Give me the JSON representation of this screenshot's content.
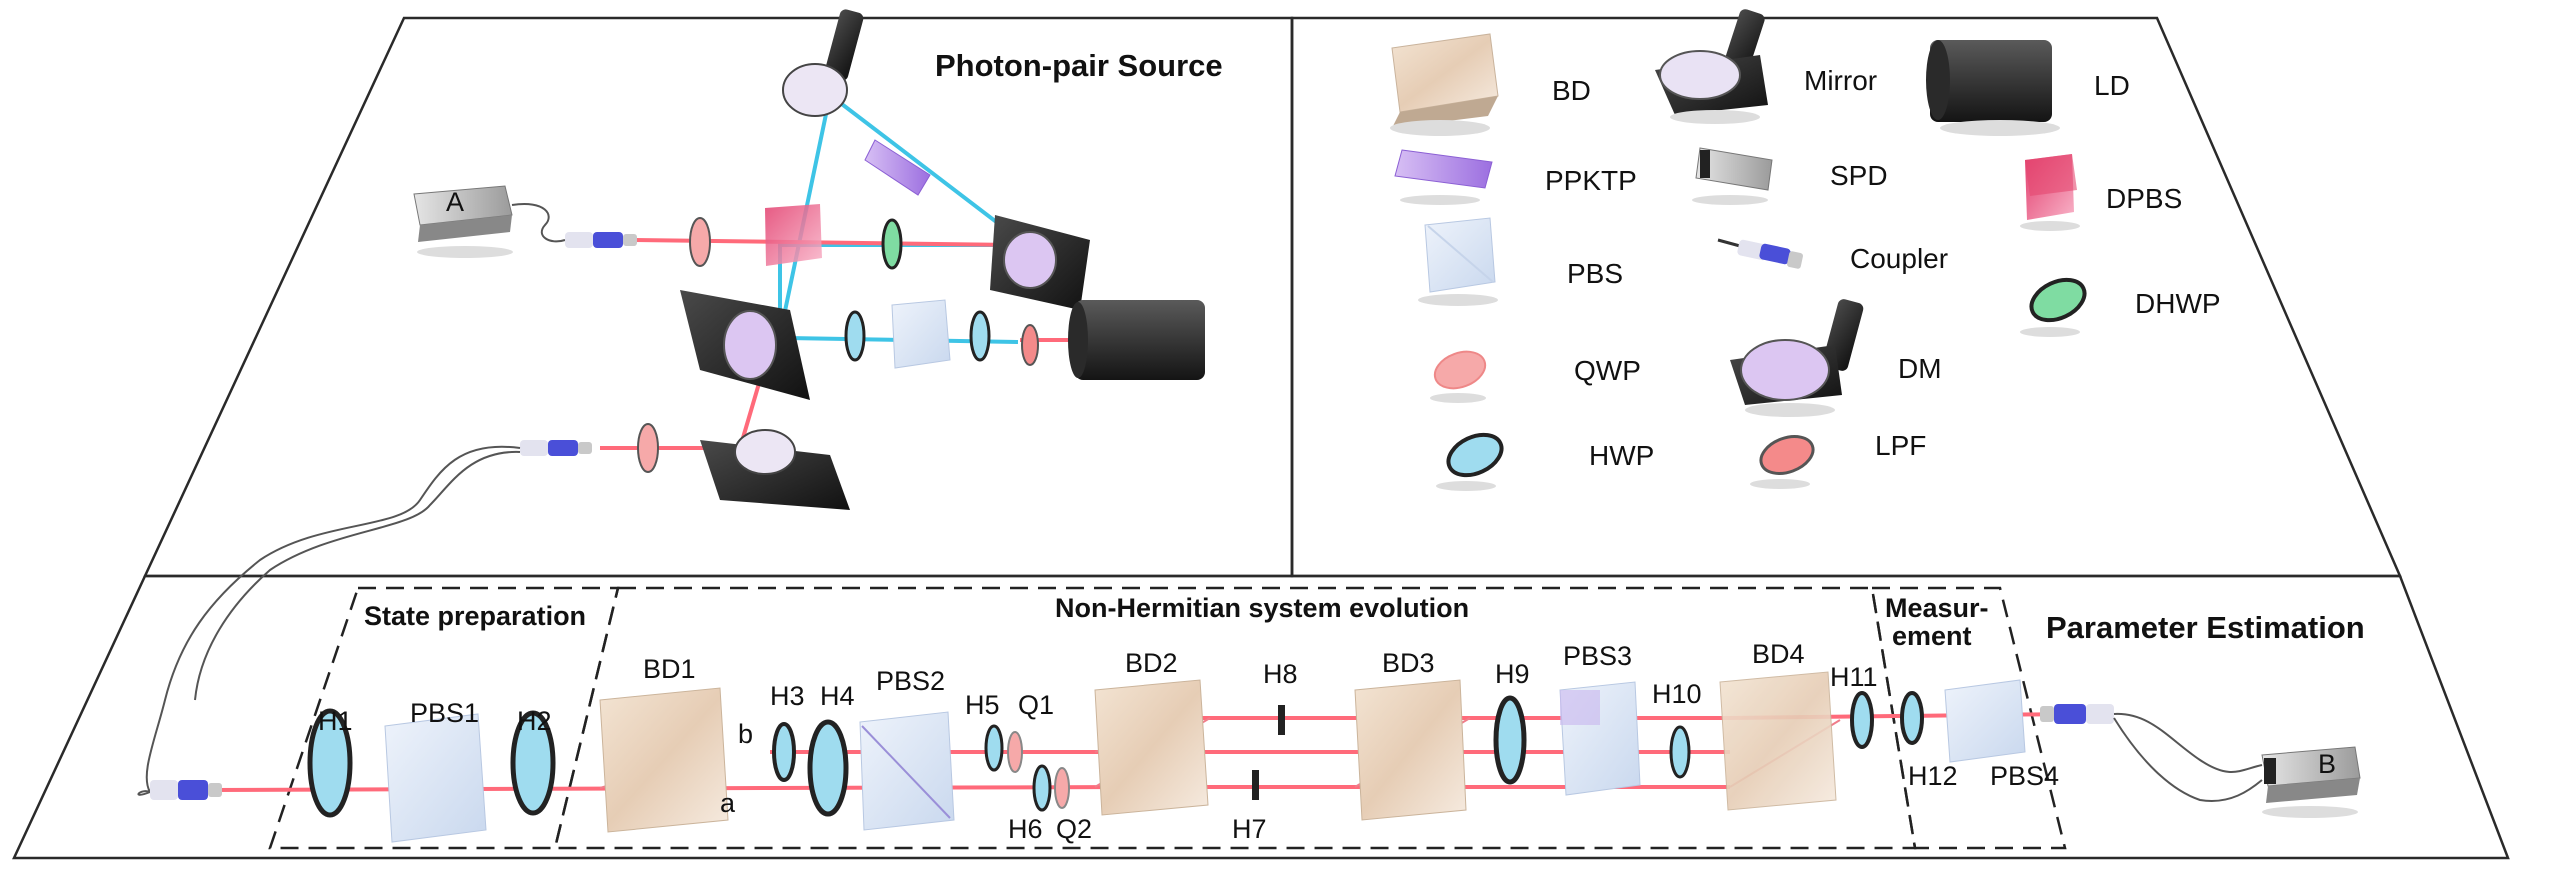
{
  "sections": {
    "source": "Photon-pair Source",
    "estimation": "Parameter Estimation"
  },
  "boxes": {
    "prep": "State preparation",
    "evolution": "Non-Hermitian system evolution",
    "measurement_line1": "Measur-",
    "measurement_line2": "ement"
  },
  "legend": {
    "bd": "BD",
    "mirror": "Mirror",
    "ld": "LD",
    "ppktp": "PPKTP",
    "spd": "SPD",
    "dpbs": "DPBS",
    "pbs": "PBS",
    "coupler": "Coupler",
    "dhwp": "DHWP",
    "qwp": "QWP",
    "dm": "DM",
    "hwp": "HWP",
    "lpf": "LPF"
  },
  "detectors": {
    "a": "A",
    "b": "B"
  },
  "components": {
    "h1": "H1",
    "pbs1": "PBS1",
    "h2": "H2",
    "bd1": "BD1",
    "path_b": "b",
    "path_a": "a",
    "h3": "H3",
    "h4": "H4",
    "pbs2": "PBS2",
    "h5": "H5",
    "q1": "Q1",
    "h6": "H6",
    "q2": "Q2",
    "bd2": "BD2",
    "h8": "H8",
    "h7": "H7",
    "bd3": "BD3",
    "h9": "H9",
    "pbs3": "PBS3",
    "h10": "H10",
    "bd4": "BD4",
    "h11": "H11",
    "h12": "H12",
    "pbs4": "PBS4"
  },
  "colors": {
    "beam_red": "#ff6a7a",
    "beam_blue": "#3ec4e6",
    "hwp": "#9fdcef",
    "qwp": "#f6a9a9",
    "dhwp": "#7fdca2",
    "ppktp": "#b58ae8",
    "dpbs": "#ef5f86",
    "pbs": "#dfe8f6",
    "bd": "#e9d8c6",
    "coupler": "#4a4fd8"
  }
}
